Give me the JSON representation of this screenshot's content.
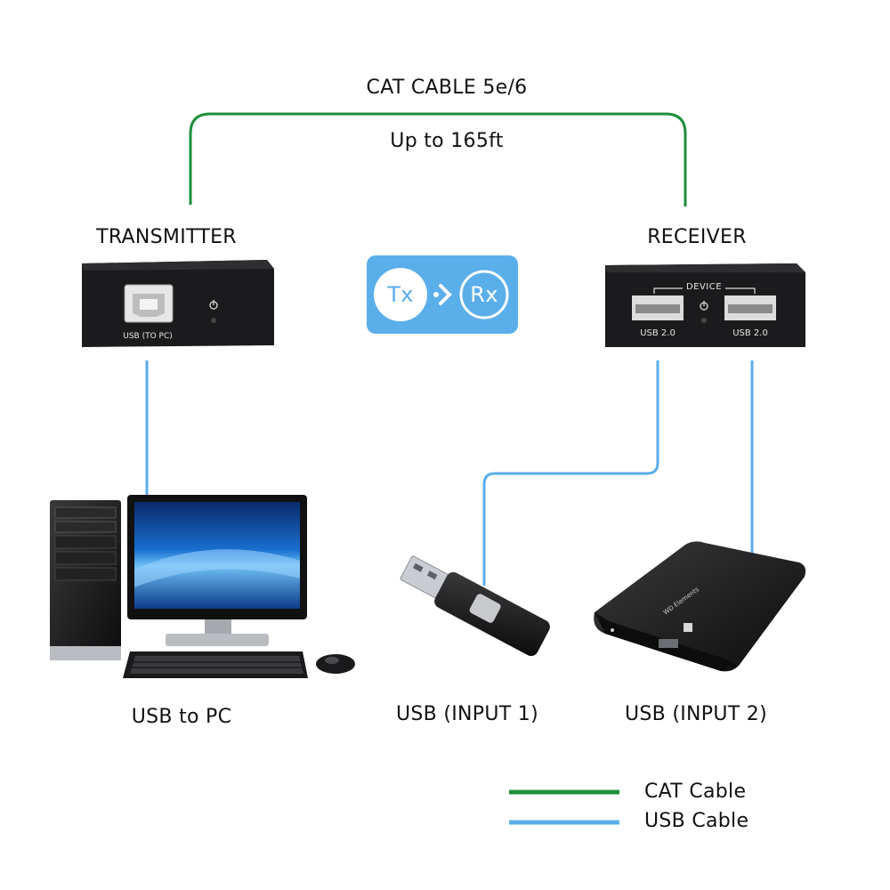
{
  "cable": {
    "type_label": "CAT CABLE 5e/6",
    "distance_label": "Up to 165ft"
  },
  "transmitter": {
    "title": "TRANSMITTER",
    "port_label": "USB (TO PC)"
  },
  "receiver": {
    "title": "RECEIVER",
    "group_label": "DEVICE",
    "port1_label": "USB 2.0",
    "port2_label": "USB 2.0"
  },
  "badge": {
    "tx": "Tx",
    "rx": "Rx"
  },
  "devices": {
    "pc_label": "USB to PC",
    "input1_label": "USB (INPUT 1)",
    "input2_label": "USB (INPUT 2)",
    "drive_brand": "WD Elements"
  },
  "legend": {
    "cat_label": "CAT Cable",
    "usb_label": "USB Cable"
  },
  "colors": {
    "cat_cable": "#1e8f3a",
    "usb_cable": "#5aaeea",
    "badge_bg": "#5aaeea",
    "device_body": "#1d1d1f"
  }
}
